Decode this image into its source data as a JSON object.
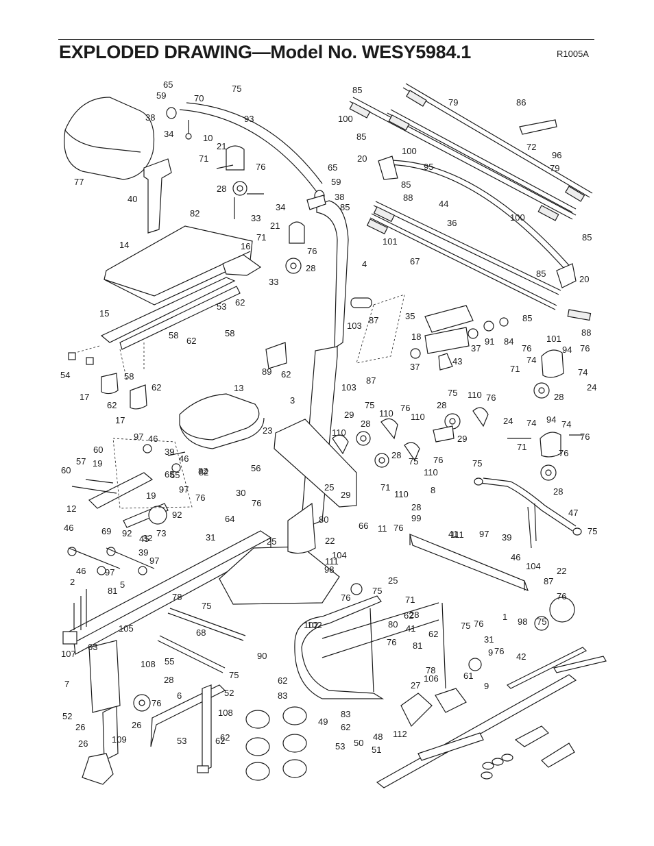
{
  "header": {
    "title": "EXPLODED DRAWING—Model No. WESY5984.1",
    "drawing_code": "R1005A"
  },
  "part_labels": [
    "65",
    "70",
    "75",
    "59",
    "38",
    "93",
    "34",
    "10",
    "77",
    "21",
    "71",
    "76",
    "28",
    "40",
    "82",
    "33",
    "65",
    "59",
    "38",
    "34",
    "85",
    "79",
    "100",
    "85",
    "20",
    "85",
    "100",
    "95",
    "86",
    "72",
    "96",
    "79",
    "44",
    "85",
    "88",
    "100",
    "85",
    "101",
    "36",
    "67",
    "85",
    "20",
    "14",
    "16",
    "21",
    "71",
    "76",
    "28",
    "33",
    "4",
    "15",
    "53",
    "58",
    "62",
    "58",
    "62",
    "54",
    "58",
    "17",
    "62",
    "62",
    "17",
    "89",
    "62",
    "87",
    "103",
    "87",
    "103",
    "35",
    "18",
    "91",
    "84",
    "37",
    "37",
    "43",
    "85",
    "101",
    "88",
    "76",
    "94",
    "76",
    "74",
    "71",
    "74",
    "24",
    "28",
    "13",
    "3",
    "23",
    "29",
    "28",
    "75",
    "110",
    "76",
    "110",
    "28",
    "75",
    "110",
    "76",
    "29",
    "110",
    "28",
    "75",
    "110",
    "76",
    "24",
    "74",
    "94",
    "74",
    "76",
    "71",
    "76",
    "28",
    "97",
    "46",
    "39",
    "60",
    "57",
    "19",
    "46",
    "65",
    "97",
    "82",
    "82",
    "56",
    "60",
    "12",
    "19",
    "65",
    "69",
    "92",
    "45",
    "92",
    "32",
    "73",
    "76",
    "30",
    "76",
    "64",
    "80",
    "22",
    "104",
    "25",
    "71",
    "110",
    "29",
    "41",
    "76",
    "28",
    "99",
    "66",
    "11",
    "25",
    "111",
    "8",
    "111",
    "75",
    "47",
    "75",
    "97",
    "39",
    "46",
    "97",
    "46",
    "39",
    "46",
    "97",
    "5",
    "81",
    "31",
    "98",
    "75",
    "25",
    "71",
    "104",
    "22",
    "87",
    "76",
    "2",
    "75",
    "76",
    "102",
    "62",
    "41",
    "28",
    "76",
    "80",
    "1",
    "98",
    "75",
    "76",
    "102",
    "62",
    "76",
    "75",
    "31",
    "81",
    "78",
    "106",
    "9",
    "61",
    "9",
    "78",
    "105",
    "68",
    "55",
    "90",
    "107",
    "63",
    "108",
    "7",
    "28",
    "75",
    "52",
    "6",
    "76",
    "52",
    "26",
    "26",
    "26",
    "109",
    "108",
    "53",
    "62",
    "53",
    "62",
    "62",
    "83",
    "83",
    "62",
    "49",
    "50",
    "48",
    "112",
    "51",
    "27",
    "42"
  ]
}
